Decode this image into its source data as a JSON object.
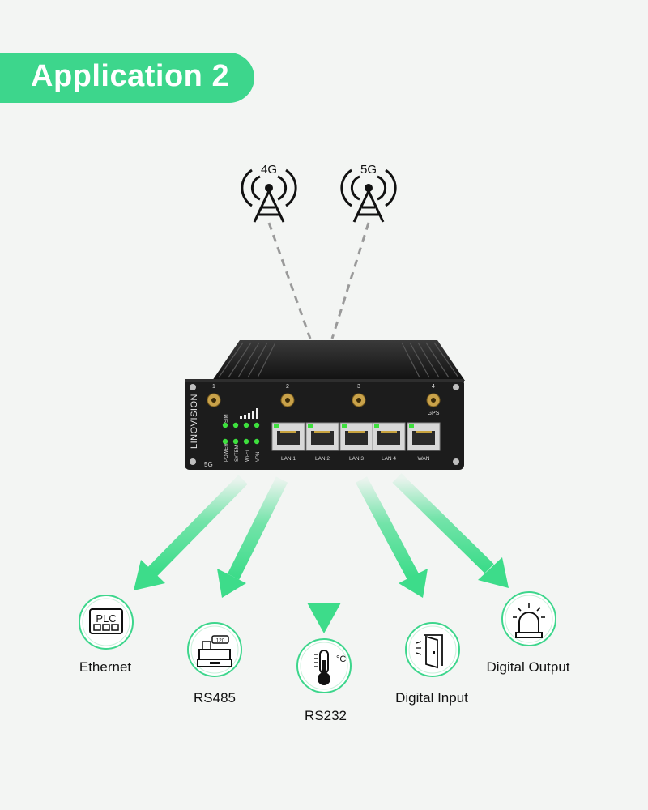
{
  "banner": {
    "title": "Application 2"
  },
  "towers": [
    {
      "label": "4G"
    },
    {
      "label": "5G"
    }
  ],
  "router": {
    "brand": "LINOVISION",
    "model_badge": "5G",
    "antenna_numbers": [
      "1",
      "2",
      "3",
      "4"
    ],
    "gps_label": "GPS",
    "sim_label": "SIM",
    "status_leds": [
      "POWER",
      "SYTEM",
      "Wi-Fi",
      "VPN"
    ],
    "ports": [
      "LAN 1",
      "LAN 2",
      "LAN 3",
      "LAN 4",
      "WAN"
    ],
    "led_color": "#3ee03e"
  },
  "devices": [
    {
      "name": "Ethernet",
      "icon": "plc-icon",
      "icon_text": "PLC"
    },
    {
      "name": "RS485",
      "icon": "cash-register-icon",
      "icon_text": "120"
    },
    {
      "name": "RS232",
      "icon": "thermometer-icon",
      "icon_text": "°C"
    },
    {
      "name": "Digital Input",
      "icon": "door-sensor-icon"
    },
    {
      "name": "Digital Output",
      "icon": "alarm-light-icon"
    }
  ],
  "colors": {
    "accent": "#3dd68c",
    "arrow": "#3ddc8a",
    "dashed_line": "#9a9a9a",
    "router_body": "#1c1c1c"
  }
}
